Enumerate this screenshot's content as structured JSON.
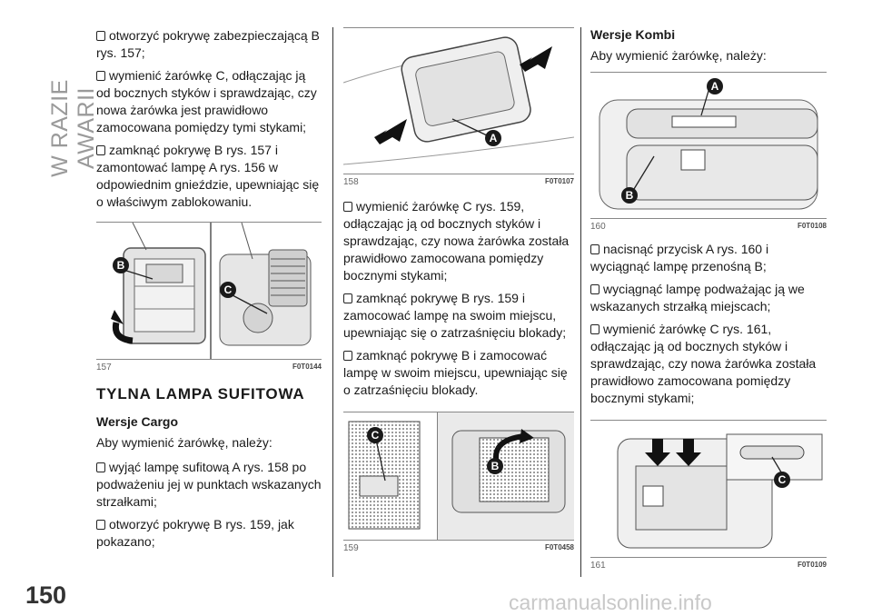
{
  "section_label": "W RAZIE AWARII",
  "page_number": "150",
  "col1": {
    "steps": [
      "otworzyć pokrywę zabezpieczającą B rys. 157;",
      "wymienić żarówkę C, odłączając ją od bocznych styków i sprawdzając, czy nowa żarówka jest prawidłowo zamocowana pomiędzy tymi stykami;",
      "zamknąć pokrywę B rys. 157 i zamontować lampę A rys. 156 w odpowiednim gnieździe, upewniając się o właściwym zablokowaniu."
    ],
    "fig157": {
      "num": "157",
      "code": "F0T0144",
      "label_b": "B",
      "label_c": "C"
    },
    "title": "TYLNA LAMPA SUFITOWA",
    "subtitle": "Wersje Cargo",
    "intro": "Aby wymienić żarówkę, należy:",
    "steps2": [
      "wyjąć lampę sufitową A rys. 158 po podważeniu jej w punktach wskazanych strzałkami;",
      "otworzyć pokrywę B rys. 159, jak pokazano;"
    ]
  },
  "col2": {
    "fig158": {
      "num": "158",
      "code": "F0T0107",
      "label_a": "A"
    },
    "steps": [
      "wymienić żarówkę C rys. 159, odłączając ją od bocznych styków i sprawdzając, czy nowa żarówka została prawidłowo zamocowana pomiędzy bocznymi stykami;",
      "zamknąć pokrywę B rys. 159 i zamocować lampę na swoim miejscu, upewniając się o zatrzaśnięciu blokady;",
      "zamknąć pokrywę B i zamocować lampę w swoim miejscu, upewniając się o zatrzaśnięciu blokady."
    ],
    "fig159": {
      "num": "159",
      "code": "F0T0458",
      "label_c": "C",
      "label_b": "B"
    }
  },
  "col3": {
    "subtitle": "Wersje Kombi",
    "intro": "Aby wymienić żarówkę, należy:",
    "fig160": {
      "num": "160",
      "code": "F0T0108",
      "label_a": "A",
      "label_b": "B"
    },
    "steps": [
      "nacisnąć przycisk A rys. 160 i wyciągnąć lampę przenośną B;",
      "wyciągnąć lampę podważając ją we wskazanych strzałką miejscach;",
      "wymienić żarówkę C rys. 161, odłączając ją od bocznych styków i sprawdzając, czy nowa żarówka została prawidłowo zamocowana pomiędzy bocznymi stykami;"
    ],
    "fig161": {
      "num": "161",
      "code": "F0T0109",
      "label_c": "C"
    }
  },
  "watermark": "carmanualsonline.info",
  "colors": {
    "label_badge": "#1a1a1a",
    "arrow": "#111111",
    "section_gray": "#9a9a9a"
  }
}
